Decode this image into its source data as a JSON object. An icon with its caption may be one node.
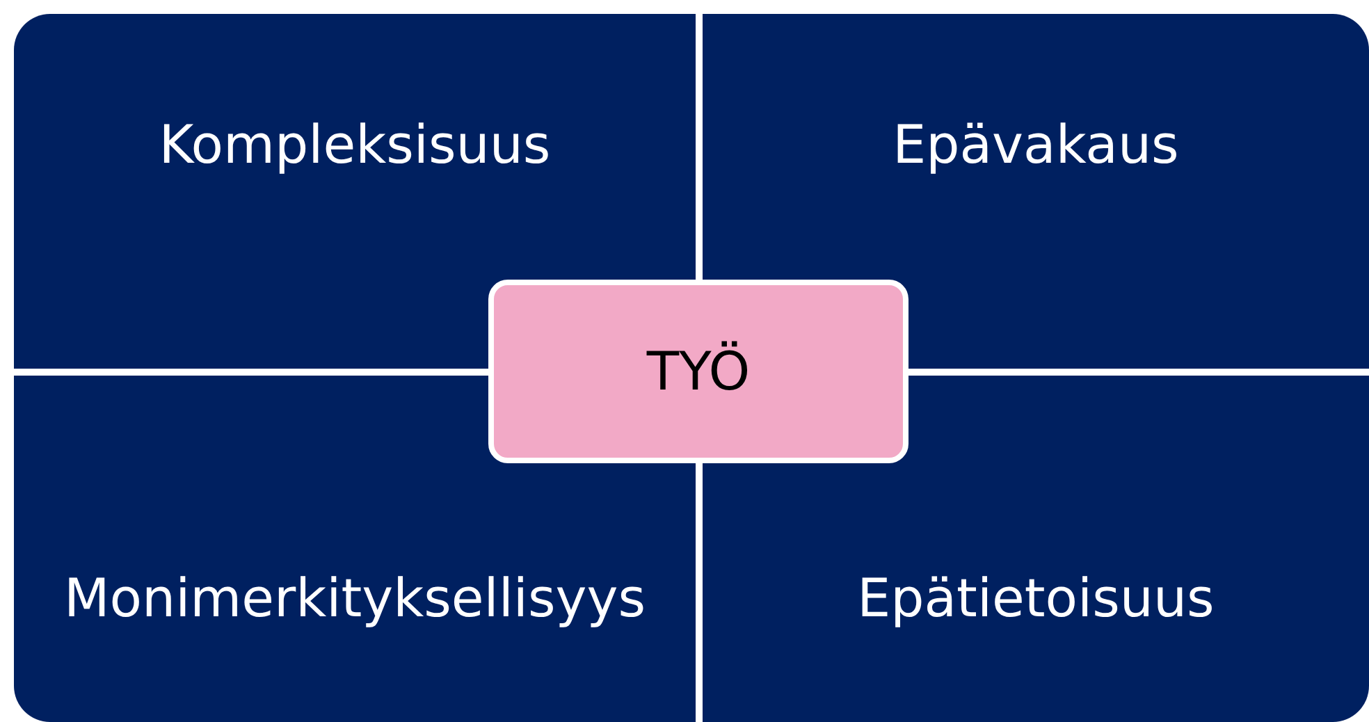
{
  "diagram": {
    "nodes": [
      {
        "text": [
          "Kompleksisuus"
        ]
      },
      {
        "text": [
          "Epävakaus"
        ]
      },
      {
        "text": [
          "Monimerkityksellisyys"
        ]
      },
      {
        "text": [
          "Epätietoisuus"
        ]
      },
      {
        "text": [
          "TYÖ"
        ]
      }
    ]
  }
}
